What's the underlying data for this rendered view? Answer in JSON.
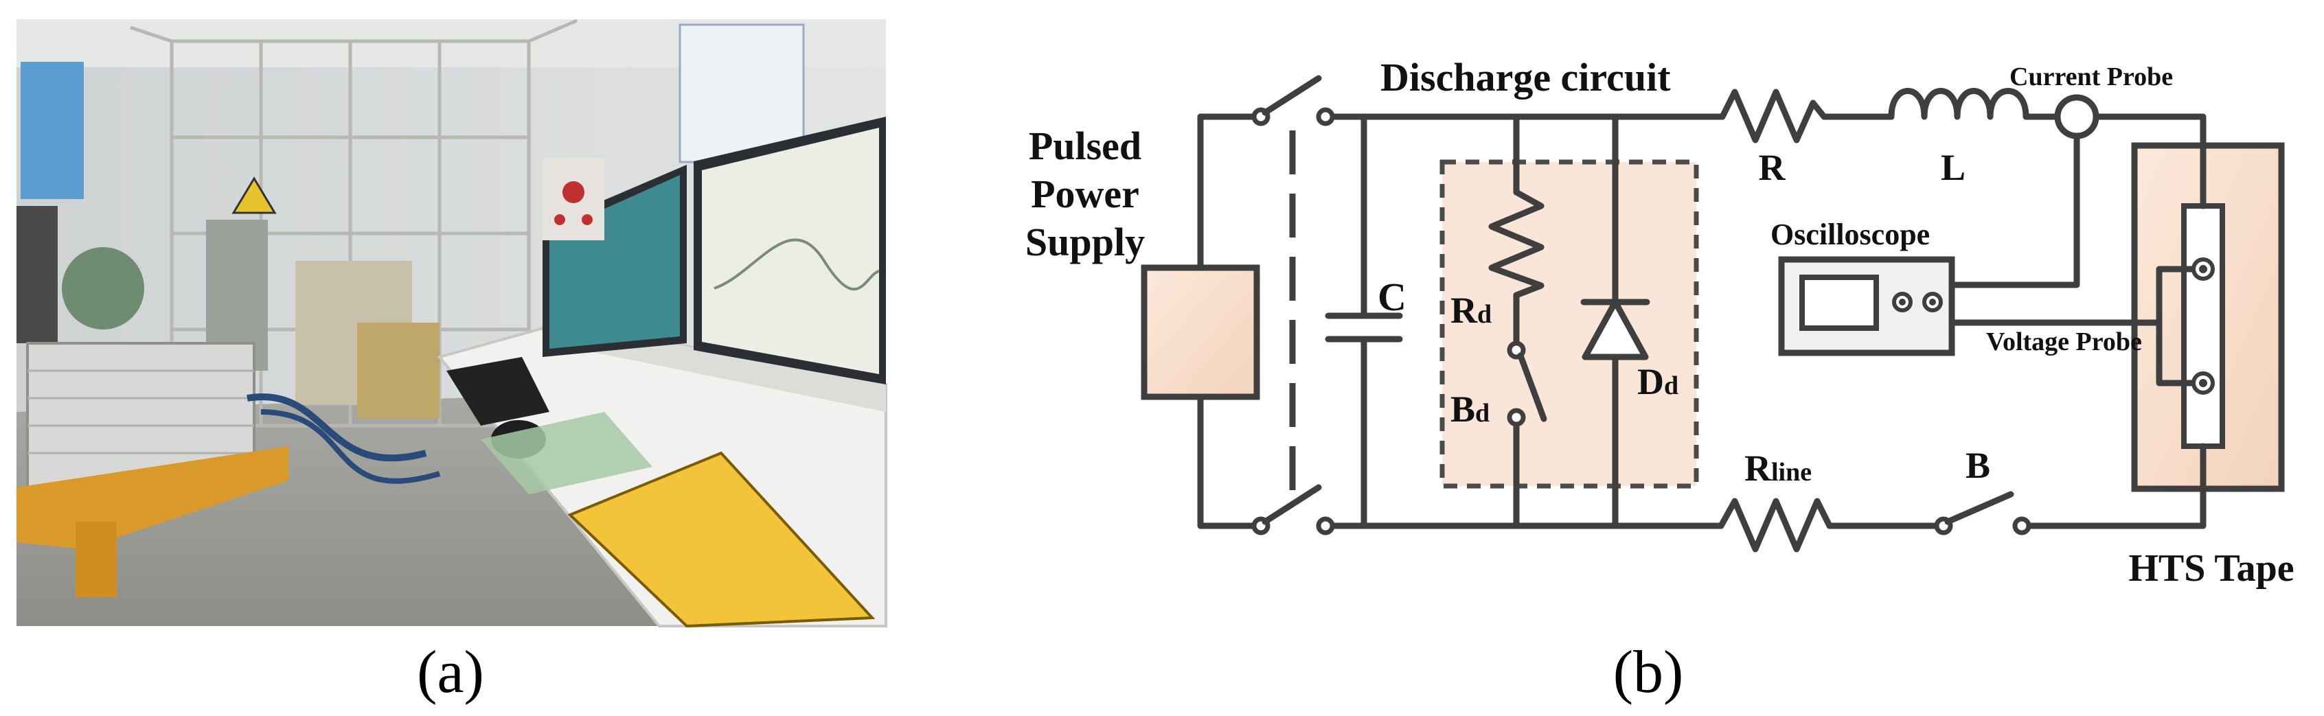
{
  "panel_a": {
    "caption": "(a)",
    "photo_alt": "photo of pulsed power test bench with control console and monitors"
  },
  "panel_b": {
    "caption": "(b)",
    "labels": {
      "power_supply": [
        "Pulsed",
        "Power",
        "Supply"
      ],
      "discharge_circuit": "Discharge circuit",
      "resistor_R": "R",
      "inductor_L": "L",
      "current_probe": "Current Probe",
      "capacitor_C": "C",
      "rd_main": "R",
      "rd_sub": "d",
      "bd_main": "B",
      "bd_sub": "d",
      "dd_main": "D",
      "dd_sub": "d",
      "oscilloscope": "Oscilloscope",
      "voltage_probe": "Voltage Probe",
      "rline_main": "R",
      "rline_sub": "line",
      "switch_B": "B",
      "hts_tape": "HTS Tape"
    },
    "colors": {
      "wire": "#3f3f3f",
      "box_fill": "#f6dcc8",
      "region_fill": "#f9e6d8"
    }
  }
}
